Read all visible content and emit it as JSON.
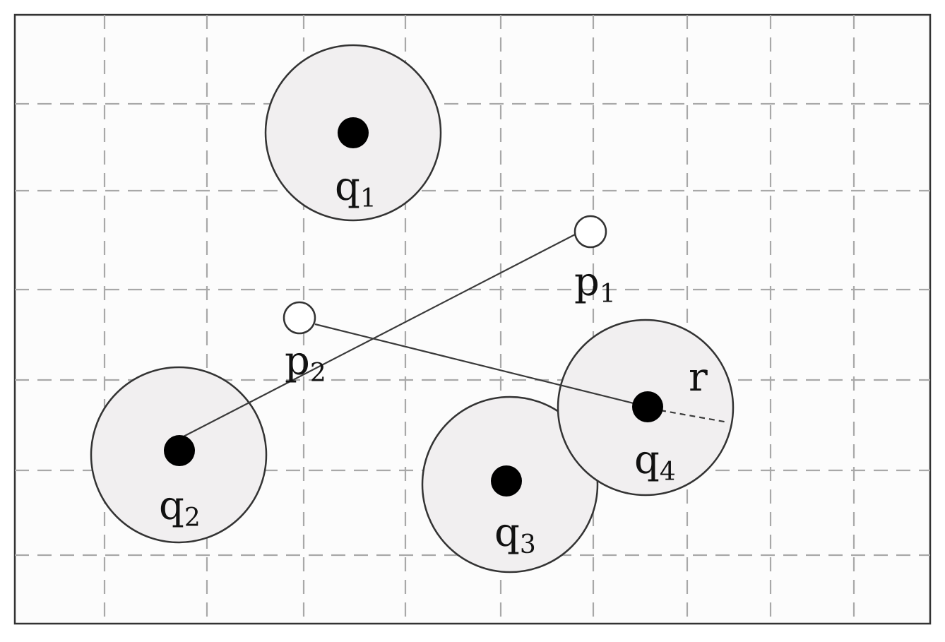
{
  "labels": {
    "q1": {
      "base": "q",
      "sub": "1"
    },
    "q2": {
      "base": "q",
      "sub": "2"
    },
    "q3": {
      "base": "q",
      "sub": "3"
    },
    "q4": {
      "base": "q",
      "sub": "4"
    },
    "p1": {
      "base": "p",
      "sub": "1"
    },
    "p2": {
      "base": "p",
      "sub": "2"
    },
    "r": "r"
  },
  "colors": {
    "circle_fill": "#f1eff0",
    "grid": "#a8a8a8",
    "ink": "#111111"
  }
}
